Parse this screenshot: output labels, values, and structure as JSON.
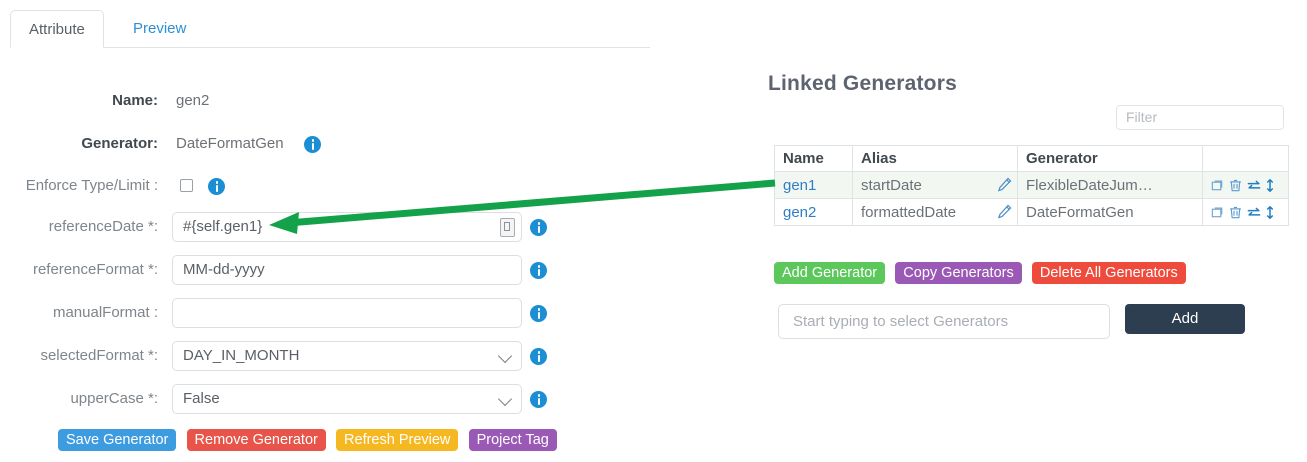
{
  "tabs": [
    {
      "label": "Attribute",
      "active": true
    },
    {
      "label": "Preview",
      "active": false
    }
  ],
  "form": {
    "name": {
      "label": "Name:",
      "value": "gen2"
    },
    "generator": {
      "label": "Generator:",
      "value": "DateFormatGen"
    },
    "enforce": {
      "label": "Enforce Type/Limit :",
      "checked": false
    },
    "referenceDate": {
      "label": "referenceDate *:",
      "value": "#{self.gen1}"
    },
    "referenceFormat": {
      "label": "referenceFormat *:",
      "value": "MM-dd-yyyy"
    },
    "manualFormat": {
      "label": "manualFormat :",
      "value": ""
    },
    "selectedFormat": {
      "label": "selectedFormat *:",
      "value": "DAY_IN_MONTH"
    },
    "upperCase": {
      "label": "upperCase *:",
      "value": "False"
    }
  },
  "buttons": [
    {
      "label": "Save Generator",
      "color": "#3d9ce0"
    },
    {
      "label": "Remove Generator",
      "color": "#e8534a"
    },
    {
      "label": "Refresh Preview",
      "color": "#f6b821"
    },
    {
      "label": "Project Tag",
      "color": "#9b59b6"
    }
  ],
  "panel": {
    "title": "Linked Generators",
    "filter_placeholder": "Filter",
    "columns": [
      "Name",
      "Alias",
      "Generator",
      ""
    ],
    "rows": [
      {
        "name": "gen1",
        "alias": "startDate",
        "generator": "FlexibleDateJum…",
        "highlight": true
      },
      {
        "name": "gen2",
        "alias": "formattedDate",
        "generator": "DateFormatGen",
        "highlight": false
      }
    ],
    "row_actions": [
      "duplicate-icon",
      "trash-icon",
      "exchange-icon",
      "reorder-icon"
    ],
    "actions": [
      {
        "label": "Add Generator",
        "color": "#5cc85c"
      },
      {
        "label": "Copy Generators",
        "color": "#9b59b6"
      },
      {
        "label": "Delete All Generators",
        "color": "#ef4b3c"
      }
    ],
    "add_input_placeholder": "Start typing to select Generators",
    "add_button": "Add"
  },
  "annotation": {
    "color": "#13a24a"
  }
}
